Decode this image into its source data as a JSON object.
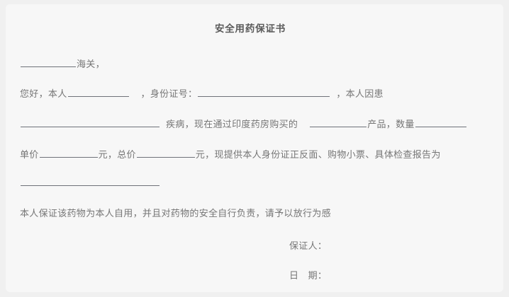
{
  "document": {
    "title": "安全用药保证书",
    "background_color": "#f0f0f0",
    "panel_color": "#f7f7f7",
    "text_color": "#767676",
    "title_color": "#5a5a5a",
    "rule_color": "#6e7279",
    "paragraphs": {
      "line1": {
        "blank_customs_value": "",
        "after_blank": "海关，"
      },
      "line2": {
        "greeting": "您好，本人",
        "blank_name_value": "",
        "comma_1": "，",
        "id_label": "身份证号：",
        "blank_id_value": "",
        "comma_2": "，",
        "tail": "本人因患"
      },
      "line3": {
        "blank_disease_value": "",
        "mid": "疾病，现在通过印度药房购买的",
        "blank_product_value": "",
        "product_word": "产品，数量",
        "blank_quantity_value": ""
      },
      "line4": {
        "unitprice_label": "单价",
        "blank_unitprice_value": "",
        "yuan_1": "元，总价",
        "blank_total_value": "",
        "yuan_2": "元，现提供本人身份证正反面、购物小票、具体检查报告为"
      },
      "line5": {
        "blank_reports_value": ""
      },
      "line6": {
        "text": "本人保证该药物为本人自用，并且对药物的安全自行负责，请予以放行为感"
      }
    },
    "signature_block": {
      "guarantor_label": "保证人：",
      "guarantor_value": "",
      "date_label": "日　期：",
      "date_value": ""
    }
  }
}
